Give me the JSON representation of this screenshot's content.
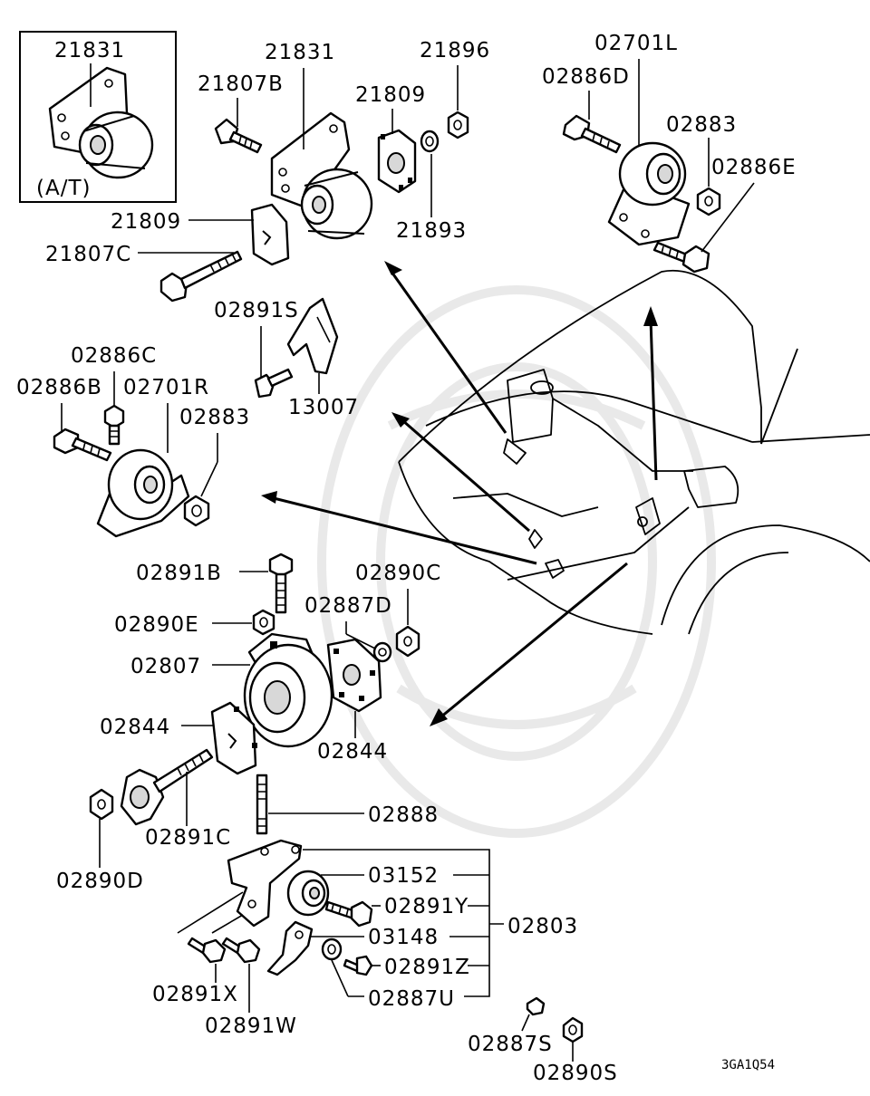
{
  "diagram_id": "3GA1Q54",
  "inset_label": "(A/T)",
  "labels": {
    "l21831_inset": "21831",
    "l21831": "21831",
    "l21807B": "21807B",
    "l21896": "21896",
    "l21809_top": "21809",
    "l21893": "21893",
    "l21809_left": "21809",
    "l21807C": "21807C",
    "l02701L": "02701L",
    "l02886D": "02886D",
    "l02883_right": "02883",
    "l02886E": "02886E",
    "l02891S": "02891S",
    "l13007": "13007",
    "l02886C": "02886C",
    "l02886B": "02886B",
    "l02701R": "02701R",
    "l02883_left": "02883",
    "l02891B": "02891B",
    "l02890C": "02890C",
    "l02887D": "02887D",
    "l02890E": "02890E",
    "l02807": "02807",
    "l02844_left": "02844",
    "l02844_right": "02844",
    "l02888": "02888",
    "l02891C": "02891C",
    "l02890D": "02890D",
    "l03152": "03152",
    "l02891Y": "02891Y",
    "l02803": "02803",
    "l03148": "03148",
    "l02891Z": "02891Z",
    "l02887U": "02887U",
    "l02891X": "02891X",
    "l02891W": "02891W",
    "l02887S": "02887S",
    "l02890S": "02890S"
  },
  "icons": [
    "engine-mount-icon",
    "bolt-icon",
    "nut-icon",
    "stopper-icon",
    "bracket-icon",
    "washer-icon",
    "stud-icon",
    "car-body-icon",
    "callout-arrow-icon"
  ]
}
